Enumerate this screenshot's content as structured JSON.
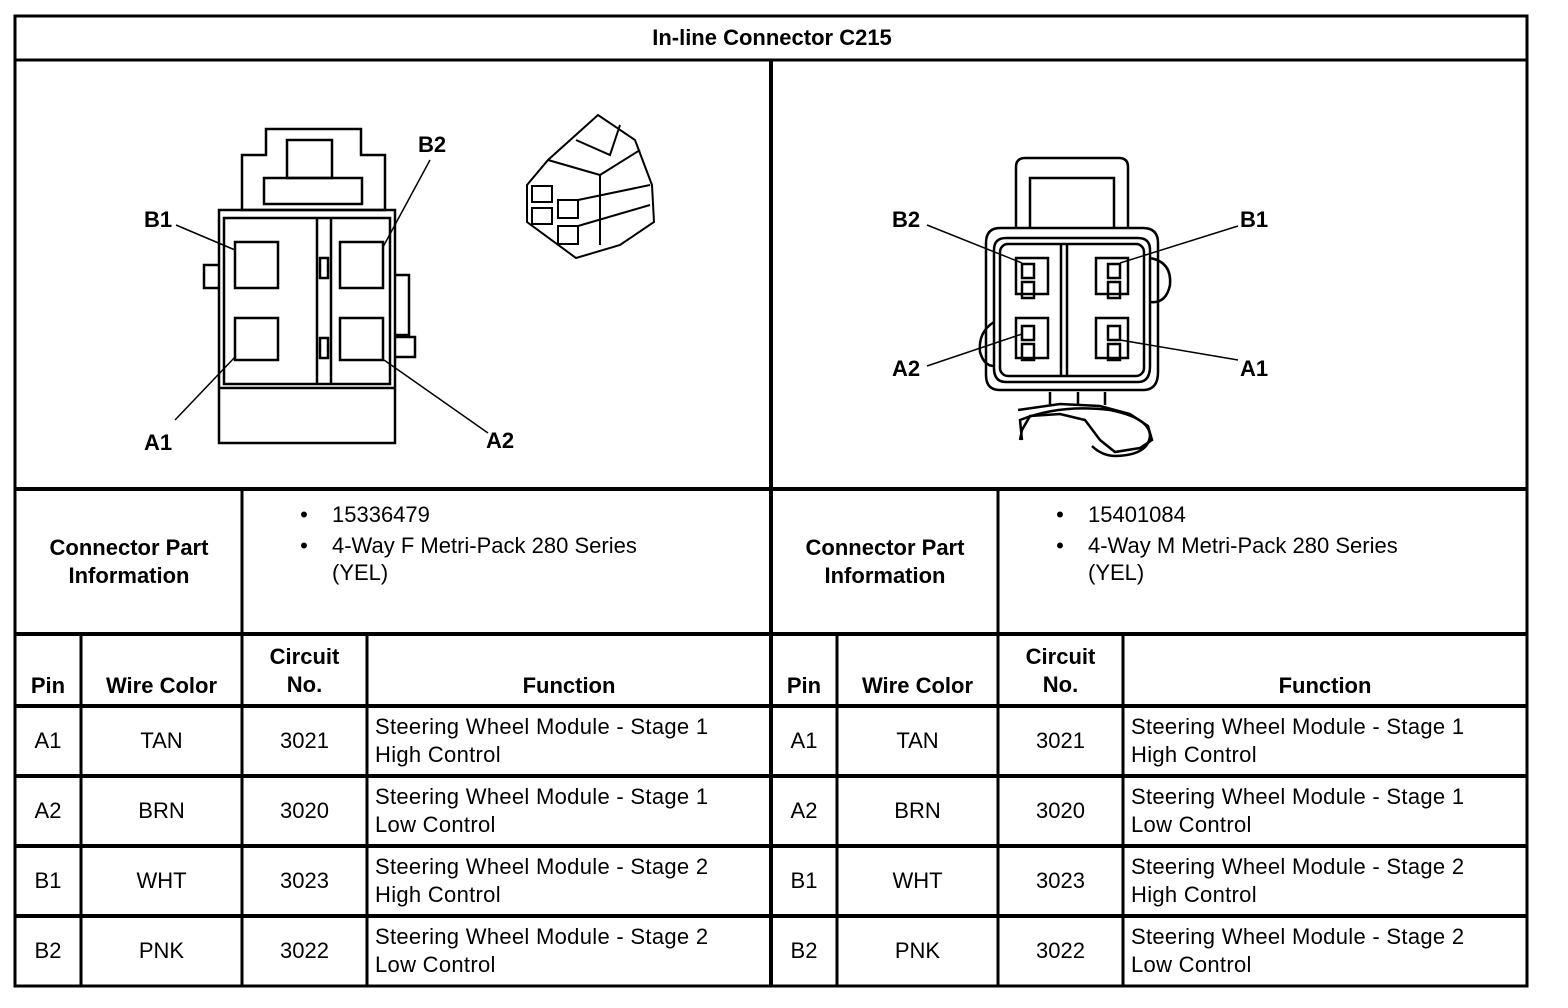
{
  "title": "In-line Connector C215",
  "left_diagram": {
    "labels": {
      "b1": "B1",
      "b2": "B2",
      "a1": "A1",
      "a2": "A2"
    }
  },
  "right_diagram": {
    "labels": {
      "b1": "B1",
      "b2": "B2",
      "a1": "A1",
      "a2": "A2"
    }
  },
  "left_info": {
    "heading": "Connector Part Information",
    "part_number": "15336479",
    "description_line1": "4-Way F Metri-Pack 280 Series",
    "description_line2": "(YEL)"
  },
  "right_info": {
    "heading": "Connector Part Information",
    "part_number": "15401084",
    "description_line1": "4-Way M Metri-Pack 280 Series",
    "description_line2": "(YEL)"
  },
  "columns": {
    "pin": "Pin",
    "wire_color": "Wire Color",
    "circuit_line1": "Circuit",
    "circuit_line2": "No.",
    "function": "Function"
  },
  "left_rows": [
    {
      "pin": "A1",
      "color": "TAN",
      "circuit": "3021",
      "func1": "Steering Wheel Module - Stage 1",
      "func2": "High Control"
    },
    {
      "pin": "A2",
      "color": "BRN",
      "circuit": "3020",
      "func1": "Steering Wheel Module - Stage 1",
      "func2": "Low Control"
    },
    {
      "pin": "B1",
      "color": "WHT",
      "circuit": "3023",
      "func1": "Steering Wheel Module - Stage 2",
      "func2": "High Control"
    },
    {
      "pin": "B2",
      "color": "PNK",
      "circuit": "3022",
      "func1": "Steering Wheel Module - Stage 2",
      "func2": "Low Control"
    }
  ],
  "right_rows": [
    {
      "pin": "A1",
      "color": "TAN",
      "circuit": "3021",
      "func1": "Steering Wheel Module - Stage 1",
      "func2": "High Control"
    },
    {
      "pin": "A2",
      "color": "BRN",
      "circuit": "3020",
      "func1": "Steering Wheel Module - Stage 1",
      "func2": "Low Control"
    },
    {
      "pin": "B1",
      "color": "WHT",
      "circuit": "3023",
      "func1": "Steering Wheel Module - Stage 2",
      "func2": "High Control"
    },
    {
      "pin": "B2",
      "color": "PNK",
      "circuit": "3022",
      "func1": "Steering Wheel Module - Stage 2",
      "func2": "Low Control"
    }
  ]
}
